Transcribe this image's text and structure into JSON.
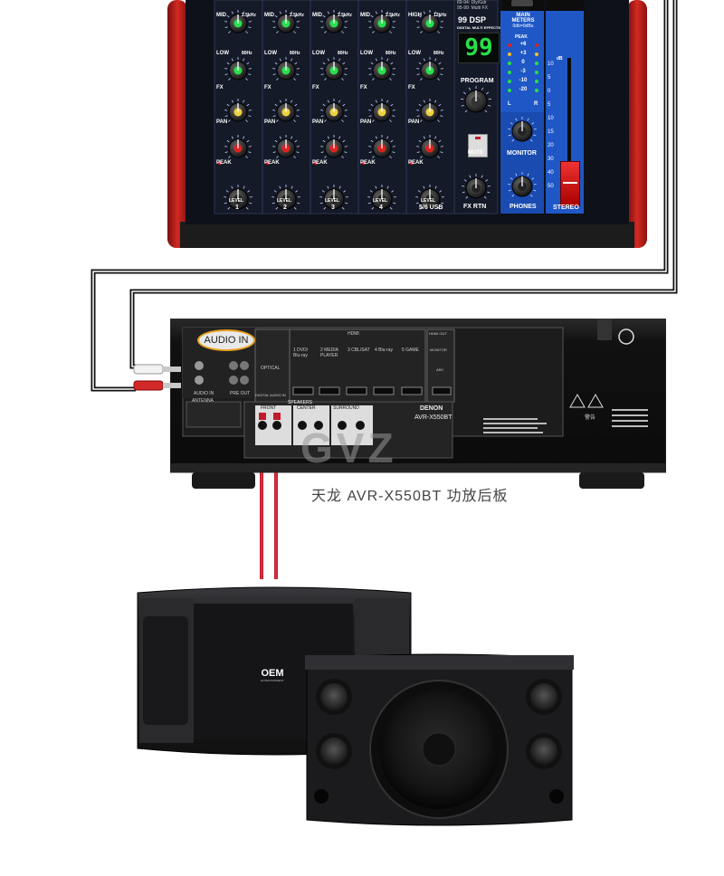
{
  "mixer": {
    "dsp_display": "99",
    "dsp_logo": "99 DSP",
    "dsp_caption": "DIGITAL MULTI EFFECTS",
    "dsp_preset_lines": [
      "89-94: Dly/Gdr",
      "95-99: Multi FX"
    ],
    "program_label": "PROGRAM",
    "mute_label": "MUTE",
    "main_meters_label": [
      "MAIN",
      "METERS",
      "0db=0dBu"
    ],
    "peak_label": "PEAK",
    "meter_scale": [
      "+6",
      "+3",
      "0",
      "-3",
      "-10",
      "-20"
    ],
    "meter_lr": [
      "L",
      "R"
    ],
    "monitor_label": "MONITOR",
    "phones_label": "PHONES",
    "stereo_label": "STEREO",
    "fader_db_label": "dB",
    "fader_scale": [
      "10",
      "5",
      "0",
      "5",
      "10",
      "15",
      "20",
      "30",
      "40",
      "50"
    ],
    "fx_rtn_label": "FX RTN",
    "level_label": "LEVEL",
    "row_labels": [
      "MID",
      "LOW",
      "FX",
      "PAN",
      "PEAK"
    ],
    "channels": [
      "1",
      "2",
      "3",
      "4",
      "5/6 USB",
      "FX RTN"
    ],
    "freq_mid": "2.5kHz",
    "freq_low": "80Hz",
    "freq_high": "12kHz",
    "high_label": "HIGH"
  },
  "receiver": {
    "audio_in_callout": "AUDIO IN",
    "brand": "DENON",
    "model": "AVR-X550BT",
    "caption": "天龙 AVR-X550BT 功放后板",
    "section_labels": [
      "HDMI",
      "HDMI OUT",
      "MONITOR",
      "ARC",
      "SPEAKERS",
      "FRONT",
      "CENTER",
      "SURROUND",
      "ANTENNA",
      "AUDIO IN",
      "PRE OUT",
      "DIGITAL AUDIO IN",
      "OPTICAL"
    ],
    "hdmi_inputs": [
      "1 DVD/ Blu-ray",
      "2 MEDIA PLAYER",
      "3 CBL/SAT",
      "4 Blu-ray",
      "5 GAME"
    ],
    "warning_title": "警告"
  },
  "watermark": "GVZ",
  "speaker": {
    "badge": "OEM",
    "badge_sub": "ENTERTAINMENT"
  },
  "colors": {
    "mixer_body": "#c71c1c",
    "panel": "#1a1f2e",
    "panel_blue": "#1f57c6",
    "led_green": "#27e04a",
    "cable_red": "#c21a2c",
    "cable_white": "#f2f2f2",
    "receiver_body": "#141414",
    "speaker_body": "#1b1b1d"
  }
}
